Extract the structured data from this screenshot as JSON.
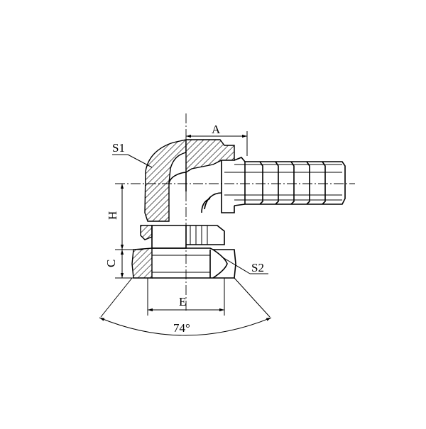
{
  "labels": {
    "A": "A",
    "H": "H",
    "C": "C",
    "E": "E",
    "S1": "S1",
    "S2": "S2",
    "angle": "74°"
  }
}
